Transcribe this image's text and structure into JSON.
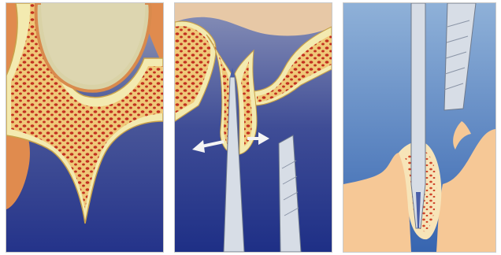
{
  "panels": [
    {
      "id": "panel-1"
    },
    {
      "id": "panel-2"
    },
    {
      "id": "panel-3"
    }
  ],
  "colors": {
    "background_top": "#7e86a8",
    "background_bottom": "#1e2f86",
    "panel3_background_top": "#8fb1d8",
    "panel3_background_bottom": "#3765b0",
    "cortical_bone": "#f3eab0",
    "cancellous_bone": "#efc878",
    "marrow_dots": "#c2301f",
    "sinus_cavity": "#d9d2a6",
    "sinus_lining": "#d98a4c",
    "soft_tissue": "#e08b4e",
    "instrument_steel": "#d7dde6",
    "instrument_edge": "#6f7a8c",
    "arrow": "#f4f4f4",
    "gum": "#f6c896"
  }
}
